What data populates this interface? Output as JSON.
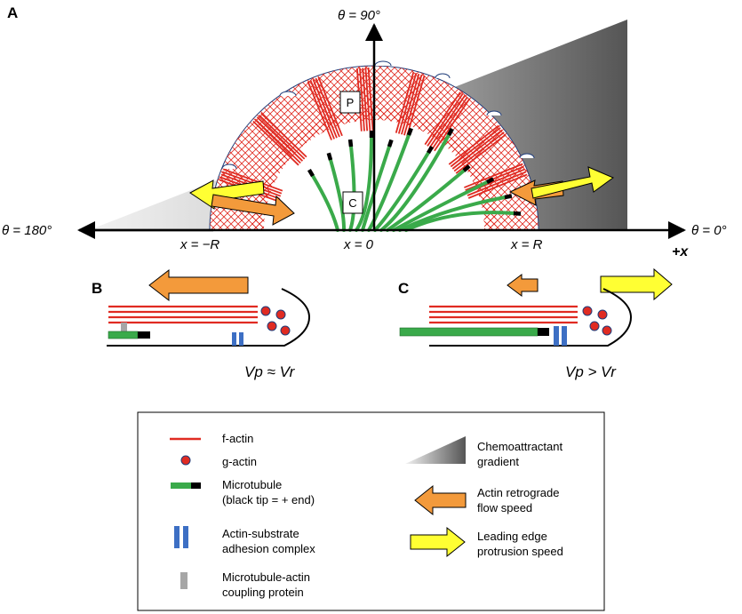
{
  "panels": {
    "a": "A",
    "b": "B",
    "c": "C"
  },
  "axes": {
    "theta_90": "θ = 90°",
    "theta_180": "θ = 180°",
    "theta_0": "θ = 0°",
    "x_minus_R": "x = −R",
    "x_zero": "x = 0",
    "x_R": "x = R",
    "plus_x": "+x"
  },
  "regions": {
    "p": "P",
    "c": "C"
  },
  "relations": {
    "b": "Vp ≈ Vr",
    "c": "Vp > Vr"
  },
  "legend": {
    "f_actin": "f-actin",
    "g_actin": "g-actin",
    "microtubule_1": "Microtubule",
    "microtubule_2": "(black tip = + end)",
    "adhesion_1": "Actin-substrate",
    "adhesion_2": "adhesion complex",
    "coupling_1": "Microtubule-actin",
    "coupling_2": "coupling protein",
    "gradient_1": "Chemoattractant",
    "gradient_2": "gradient",
    "retro_1": "Actin retrograde",
    "retro_2": "flow speed",
    "protrusion_1": "Leading edge",
    "protrusion_2": "protrusion speed"
  },
  "colors": {
    "f_actin": "#e02b22",
    "g_actin": "#e02b22",
    "microtubule": "#3aaa4a",
    "adhesion": "#3d6fc4",
    "coupling": "#a6a6a6",
    "retrograde_arrow": "#f39a3b",
    "protrusion_arrow": "#ffff33",
    "gradient_dark": "#555555"
  }
}
